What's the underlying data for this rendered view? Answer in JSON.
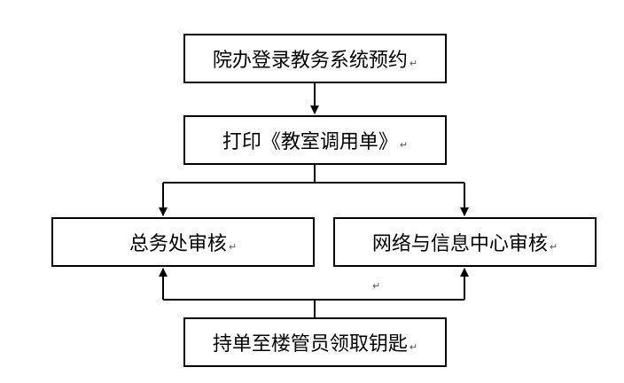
{
  "flowchart": {
    "nodes": [
      {
        "id": "n1",
        "label": "院办登录教务系统预约",
        "mark": "↵"
      },
      {
        "id": "n2",
        "label": "打印《教室调用单》",
        "mark": "↵"
      },
      {
        "id": "n3",
        "label": "总务处审核",
        "mark": "↵"
      },
      {
        "id": "n4",
        "label": "网络与信息中心审核",
        "mark": "↵"
      },
      {
        "id": "n5",
        "label": "持单至楼管员领取钥匙",
        "mark": "↵"
      }
    ],
    "edges": [
      {
        "from": "n1",
        "to": "n2"
      },
      {
        "from": "n2",
        "to": "n3"
      },
      {
        "from": "n2",
        "to": "n4"
      },
      {
        "from": "n5",
        "to": "n3"
      },
      {
        "from": "n5",
        "to": "n4"
      }
    ],
    "stray_mark": "↵"
  },
  "colors": {
    "line": "#000000",
    "box_border": "#000000",
    "background": "#ffffff"
  }
}
